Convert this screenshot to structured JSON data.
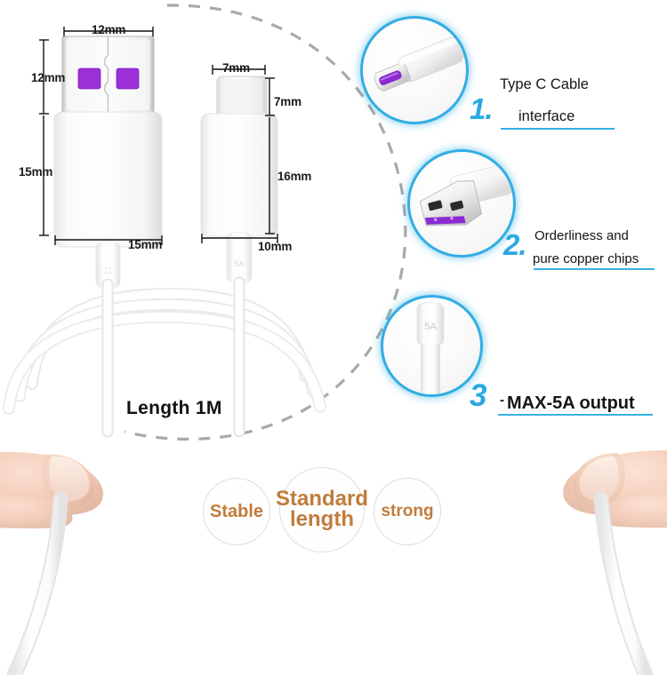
{
  "diagram": {
    "usb_a": {
      "width_top": "12mm",
      "height_head": "12mm",
      "height_body": "15mm",
      "width_bottom": "15mm"
    },
    "type_c": {
      "width_top": "7mm",
      "height_head": "7mm",
      "height_body": "16mm",
      "width_bottom": "10mm"
    },
    "length_label": "Length  1M"
  },
  "callouts": [
    {
      "number": "1.",
      "line1": "Type C Cable",
      "line2": "interface",
      "image": "type-c-connector-photo"
    },
    {
      "number": "2.",
      "line1": "Orderliness and",
      "line2": "pure copper chips",
      "image": "usb-a-connector-photo"
    },
    {
      "number": "3",
      "separator": "-",
      "line1": "MAX-5A output",
      "image": "cable-5a-marking-photo"
    }
  ],
  "badges": [
    {
      "label": "Stable"
    },
    {
      "label": "Standard length"
    },
    {
      "label": "strong"
    }
  ],
  "bottom": {
    "left_hand": "hand-holding-cable-left",
    "right_hand": "hand-holding-cable-right",
    "cable": "stretched-white-cable"
  },
  "colors": {
    "accent_blue": "#32ade3",
    "number_blue": "#2aa9e0",
    "badge_text": "#c07c3c",
    "usb_contact_purple": "#9b30d9",
    "dash_gray": "#9a9a9a",
    "text_black": "#151515"
  }
}
